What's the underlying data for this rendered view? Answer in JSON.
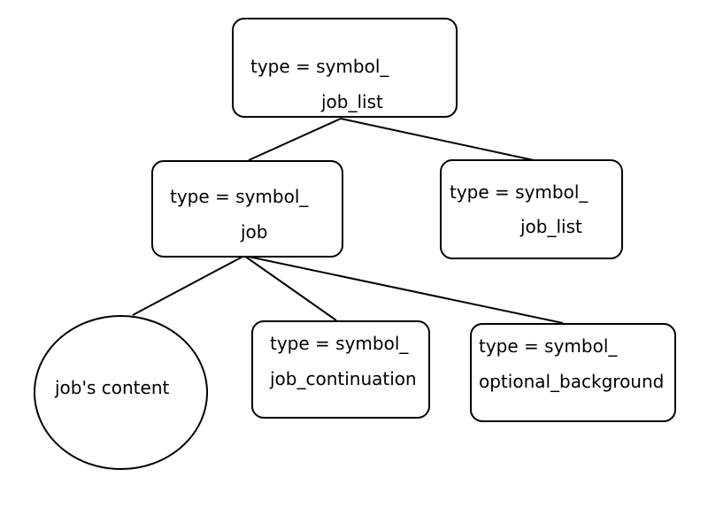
{
  "nodes": {
    "root": {
      "line1": "type = symbol_",
      "line2": "job_list"
    },
    "job": {
      "line1": "type = symbol_",
      "line2": "job"
    },
    "job_list_child": {
      "line1": "type = symbol_",
      "line2": "job_list"
    },
    "content": {
      "label": "job's content"
    },
    "continuation": {
      "line1": "type = symbol_",
      "line2": "job_continuation"
    },
    "optional_background": {
      "line1": "type = symbol_",
      "line2": "optional_background"
    }
  },
  "colors": {
    "stroke": "#000000",
    "background": "#ffffff"
  }
}
